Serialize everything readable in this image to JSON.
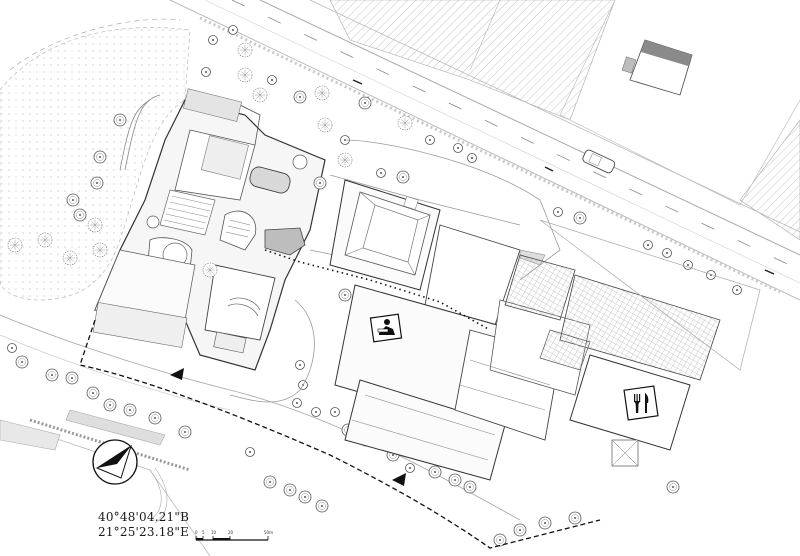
{
  "coordinates": {
    "latitude": "40°48'04.21\"B",
    "longitude": "21°25'23.18\"E"
  },
  "scale_bar": {
    "ticks": [
      "0",
      "5",
      "10",
      "20",
      "50m"
    ]
  },
  "icons": {
    "north_arrow": "north-arrow-icon",
    "school": "reading-figure-icon",
    "dining": "fork-and-knife-icon",
    "entrance": "entrance-triangle-icon"
  },
  "colors": {
    "line": "#9a9a9a",
    "dark": "#1a1a1a",
    "hatch": "#c8c8c8",
    "roof": "#f4f4f4"
  }
}
